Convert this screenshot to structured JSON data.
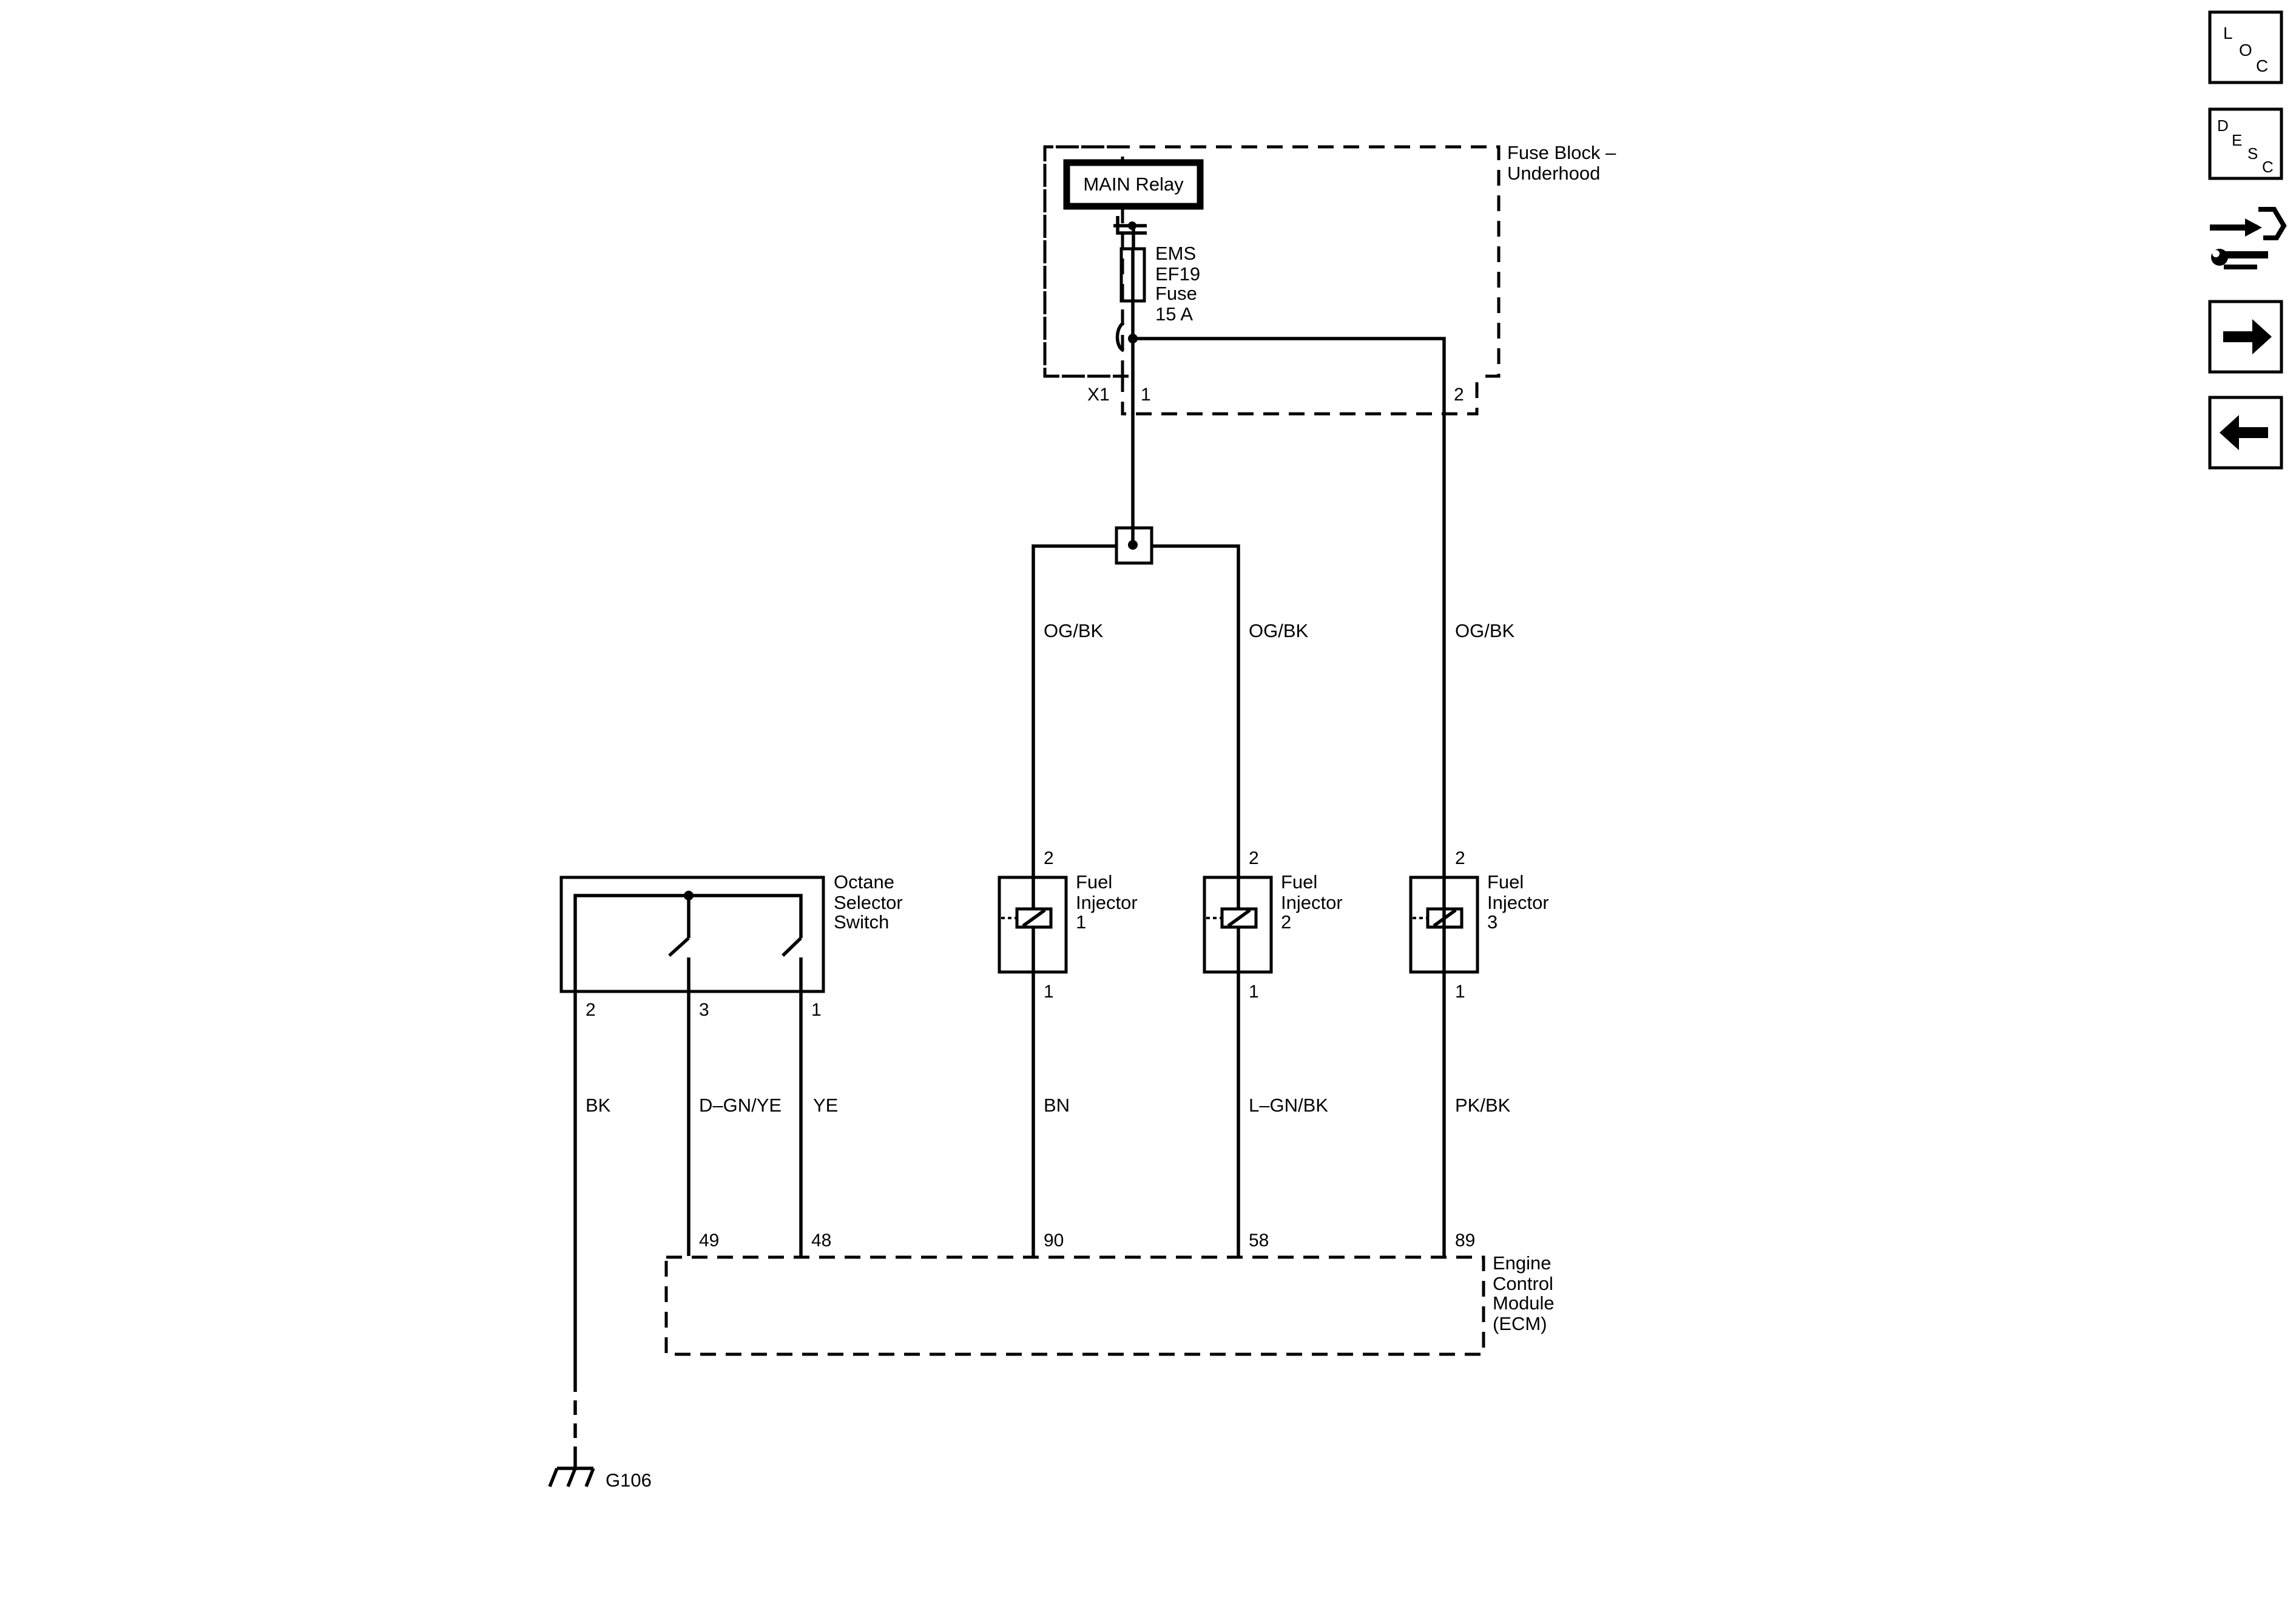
{
  "fuse_block": {
    "label_lines": [
      "Fuse Block –",
      "Underhood"
    ],
    "relay": "MAIN Relay",
    "fuse_lines": [
      "EMS",
      "EF19",
      "Fuse",
      "15 A"
    ],
    "connector": "X1",
    "pin_1": "1",
    "pin_2": "2"
  },
  "wires": {
    "inj1_feed": "OG/BK",
    "inj2_feed": "OG/BK",
    "inj3_feed": "OG/BK",
    "switch_pin2": "BK",
    "switch_pin3": "D–GN/YE",
    "switch_pin1": "YE",
    "inj1_ctrl": "BN",
    "inj2_ctrl": "L–GN/BK",
    "inj3_ctrl": "PK/BK"
  },
  "octane_switch": {
    "label_lines": [
      "Octane",
      "Selector",
      "Switch"
    ],
    "pins": [
      "2",
      "3",
      "1"
    ]
  },
  "injectors": [
    {
      "label_lines": [
        "Fuel",
        "Injector",
        "1"
      ],
      "top_pin": "2",
      "bottom_pin": "1"
    },
    {
      "label_lines": [
        "Fuel",
        "Injector",
        "2"
      ],
      "top_pin": "2",
      "bottom_pin": "1"
    },
    {
      "label_lines": [
        "Fuel",
        "Injector",
        "3"
      ],
      "top_pin": "2",
      "bottom_pin": "1"
    }
  ],
  "ecm": {
    "label_lines": [
      "Engine",
      "Control",
      "Module",
      "(ECM)"
    ],
    "pins": [
      "49",
      "48",
      "90",
      "58",
      "89"
    ]
  },
  "ground": {
    "label": "G106"
  },
  "nav": {
    "loc": {
      "l1": "L",
      "l2": "O",
      "l3": "C"
    },
    "desc": {
      "l1": "D",
      "l2": "E",
      "l3": "S",
      "l4": "C"
    }
  }
}
